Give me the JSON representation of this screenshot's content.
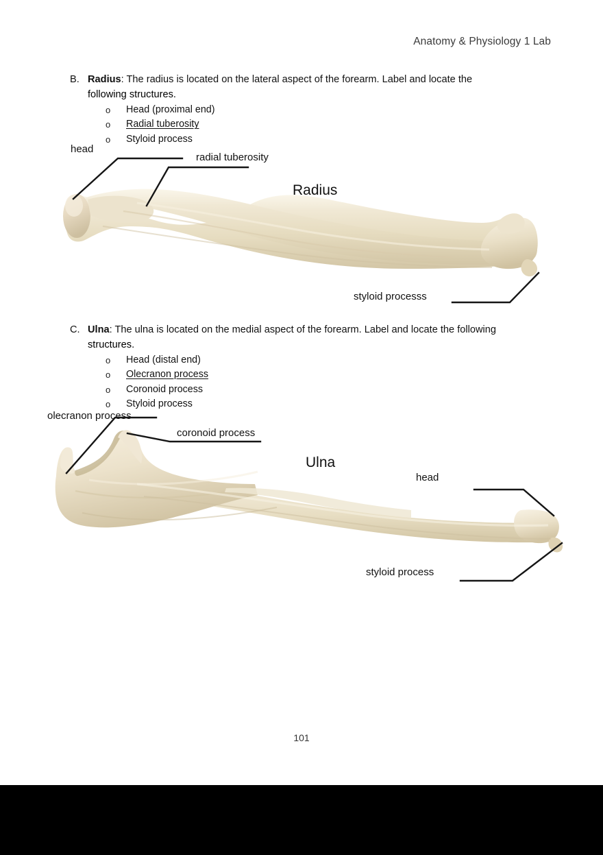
{
  "header": {
    "title": "Anatomy & Physiology 1 Lab"
  },
  "page": {
    "number": "101"
  },
  "sections": [
    {
      "letter": "B.",
      "term": "Radius",
      "intro": ":  The radius is located on the lateral aspect of the forearm.  Label and locate the",
      "intro_cont": "following structures.",
      "bullet_marker": "o",
      "items": [
        {
          "text": "Head (proximal end)",
          "underline": false
        },
        {
          "text": "Radial tuberosity",
          "underline": true
        },
        {
          "text": "Styloid process",
          "underline": false
        }
      ]
    },
    {
      "letter": "C.",
      "term": "Ulna",
      "intro": ":  The ulna is located on the medial aspect of the forearm.  Label and locate the following",
      "intro_cont": "structures.",
      "bullet_marker": "o",
      "items": [
        {
          "text": "Head (distal end)",
          "underline": false
        },
        {
          "text": "Olecranon process",
          "underline": true
        },
        {
          "text": "Coronoid process",
          "underline": false
        },
        {
          "text": "Styloid process",
          "underline": false
        }
      ]
    }
  ],
  "figures": {
    "radius": {
      "title": "Radius",
      "labels": {
        "head": "head",
        "radial_tuberosity": "radial tuberosity",
        "styloid_process": "styloid processs"
      }
    },
    "ulna": {
      "title": "Ulna",
      "labels": {
        "olecranon_process": "olecranon process",
        "coronoid_process": "coronoid process",
        "head": "head",
        "styloid_process": "styloid process"
      }
    }
  },
  "colors": {
    "bone_light": "#f2ebd9",
    "bone_mid": "#e6dcc0",
    "bone_shadow": "#cfc2a1",
    "bone_highlight": "#faf6ea",
    "leader_line": "#151515",
    "text": "#111111",
    "header_text": "#3a3a3a",
    "band": "#000000"
  }
}
